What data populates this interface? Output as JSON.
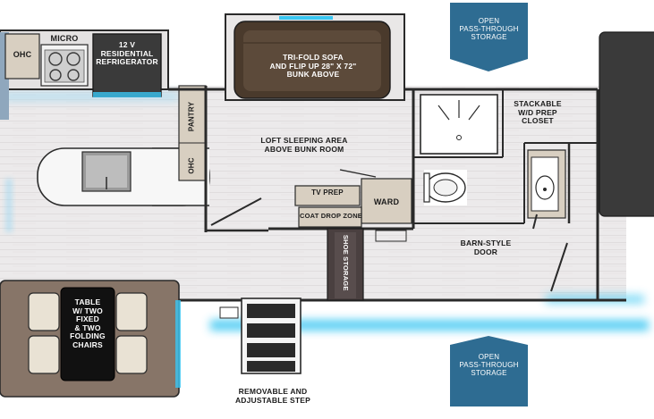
{
  "labels": {
    "ohc_top": "OHC",
    "micro": "MICRO",
    "refrigerator": "12 V\nRESIDENTIAL\nREFRIGERATOR",
    "sofa": "TRI-FOLD SOFA\nAND FLIP UP 28\" X 72\"\nBUNK ABOVE",
    "open_storage_top": "OPEN\nPASS-THROUGH\nSTORAGE",
    "pantry": "PANTRY",
    "ohc_side": "OHC",
    "loft": "LOFT SLEEPING AREA\nABOVE BUNK ROOM",
    "stackable": "STACKABLE\nW/D PREP\nCLOSET",
    "tv_prep": "TV PREP",
    "ward": "WARD",
    "coat_drop": "COAT DROP ZONE",
    "shoe_storage": "SHOE STORAGE",
    "barn_door": "BARN-STYLE\nDOOR",
    "table": "TABLE\nW/ TWO\nFIXED\n& TWO\nFOLDING\nCHAIRS",
    "open_storage_bottom": "OPEN\nPASS-THROUGH\nSTORAGE",
    "removable_step": "REMOVABLE AND\nADJUSTABLE STEP"
  },
  "colors": {
    "wall": "#2a2a2a",
    "floor": "#ebe9ea",
    "accent_blue": "#2e6c92",
    "led_cyan": "#39c6f2",
    "slide_brown": "#877568",
    "cabinet": "#d8cfc1"
  }
}
